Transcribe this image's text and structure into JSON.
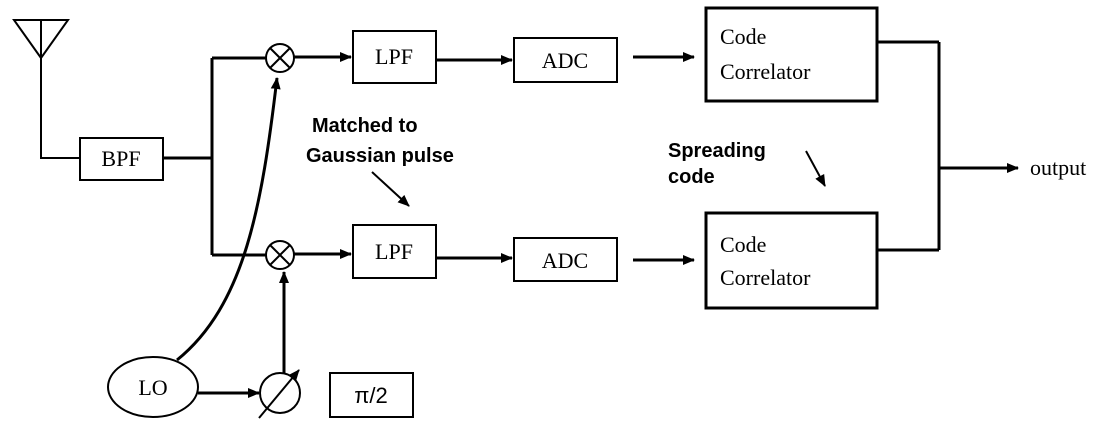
{
  "blocks": {
    "bpf": "BPF",
    "lpf_top": "LPF",
    "lpf_bottom": "LPF",
    "adc_top": "ADC",
    "adc_bottom": "ADC",
    "code_top_line1": "Code",
    "code_top_line2": "Correlator",
    "code_bottom_line1": "Code",
    "code_bottom_line2": "Correlator",
    "lo": "LO",
    "phase_shift": "π/2"
  },
  "annotations": {
    "matched_line1": "Matched to",
    "matched_line2": "Gaussian pulse",
    "spreading_line1": "Spreading",
    "spreading_line2": "code"
  },
  "output_label": "output"
}
